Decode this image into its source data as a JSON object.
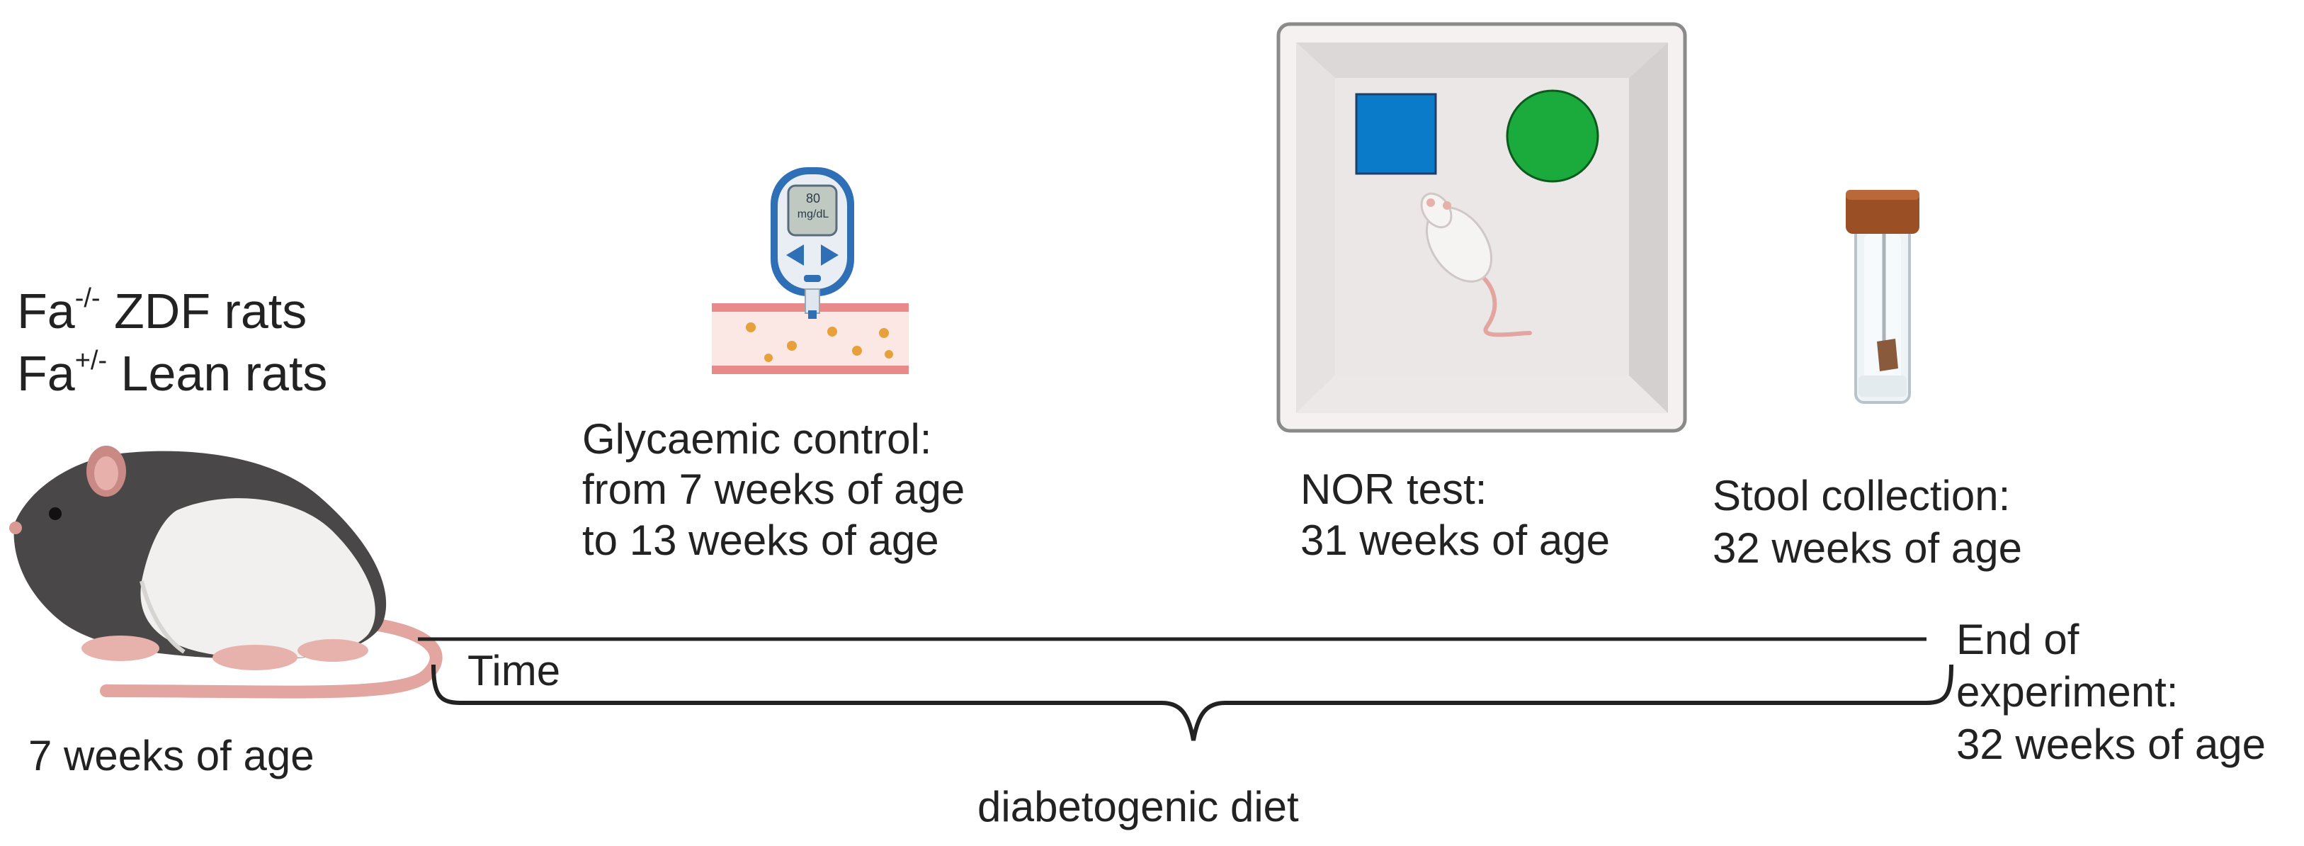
{
  "groups": {
    "zdf_prefix": "Fa",
    "zdf_sup": "-/-",
    "zdf_label": " ZDF rats",
    "lean_prefix": "Fa",
    "lean_sup": "+/-",
    "lean_label": " Lean rats"
  },
  "start_age": "7 weeks of age",
  "glycaemic": {
    "line1": "Glycaemic control:",
    "line2": "from 7 weeks of age",
    "line3": "to 13 weeks of age",
    "meter_value": "80",
    "meter_unit": "mg/dL"
  },
  "nor": {
    "line1": "NOR test:",
    "line2": "31 weeks of age"
  },
  "stool": {
    "line1": "Stool collection:",
    "line2": "32 weeks of age"
  },
  "timeline": {
    "time_label": "Time",
    "diet_label": "diabetogenic diet"
  },
  "end": {
    "line1": "End of",
    "line2": "experiment:",
    "line3": "32 weeks of age"
  },
  "colors": {
    "square": "#0a7bc8",
    "circle": "#1aab3c",
    "vessel": "#e88a8a",
    "cap": "#9a4f24"
  }
}
